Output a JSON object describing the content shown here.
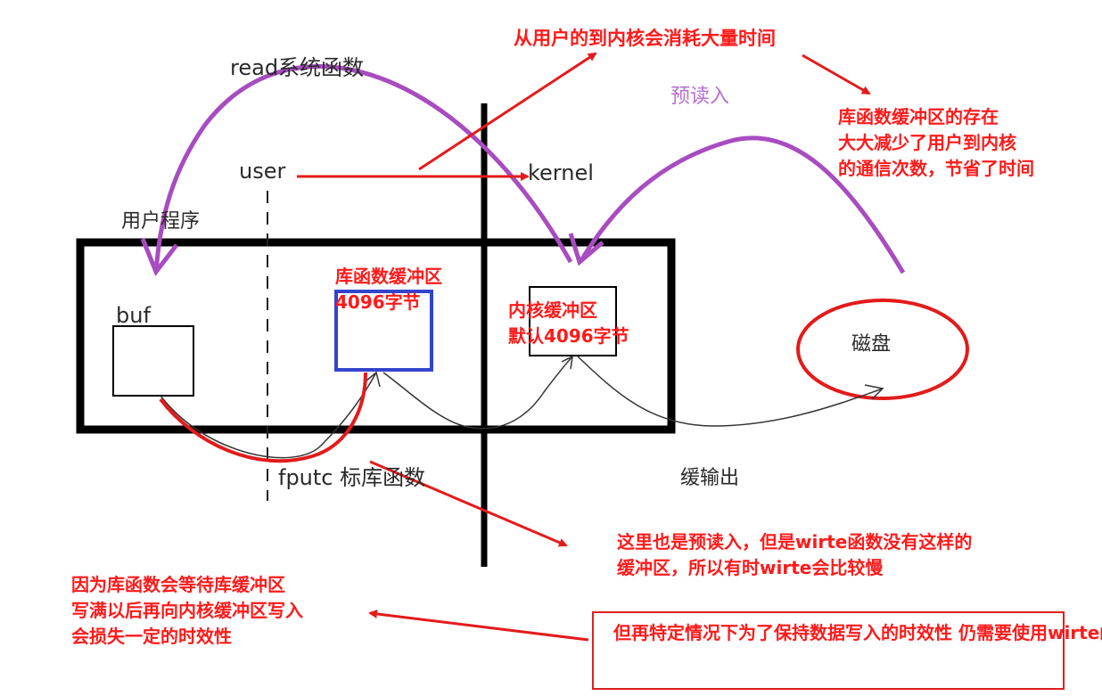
{
  "labels": {
    "read_syscall": "read系统函数",
    "user": "user",
    "kernel": "kernel",
    "user_program": "用户程序",
    "buf": "buf",
    "prefetch": "预读入",
    "disk": "磁盘",
    "fputc": "fputc 标库函数",
    "buffered_output": "缓输出"
  },
  "red_notes": {
    "top": "从用户的到内核会消耗大量时间",
    "lib_buffer": [
      "库函数缓冲区",
      "4096字节"
    ],
    "kernel_buffer": [
      "内核缓冲区",
      "默认4096字节"
    ],
    "right": [
      "库函数缓冲区的存在",
      "大大减少了用户到内核",
      "的通信次数，节省了时间"
    ],
    "middle_right": [
      "这里也是预读入，但是wirte函数没有这样的",
      "缓冲区，所以有时wirte会比较慢"
    ],
    "bottom_left": [
      "因为库函数会等待库缓冲区",
      "写满以后再向内核缓冲区写入",
      "会损失一定的时效性"
    ],
    "bottom_box": [
      "但再特定情况下为了保持数据写入的时效性",
      "仍需要使用wirte函数"
    ]
  },
  "colors": {
    "red": "#ff1a1a",
    "purple": "#a84cc0",
    "blue": "#3344cc",
    "black": "#000000"
  }
}
